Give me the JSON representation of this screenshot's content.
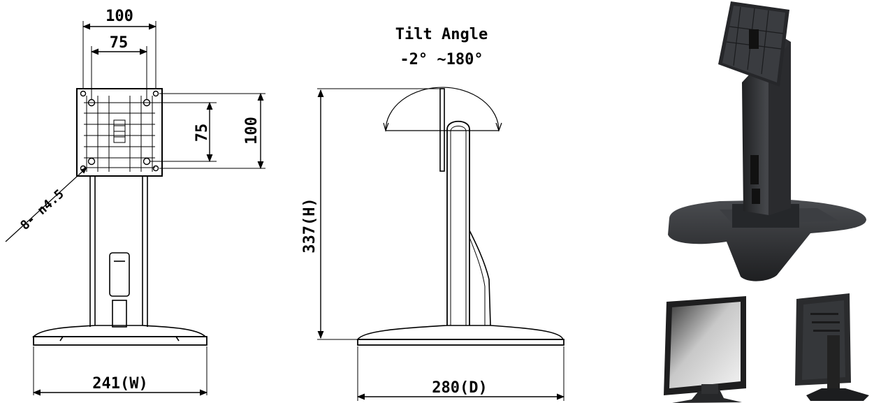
{
  "front_view": {
    "dim_outer_width": "100",
    "dim_inner_width": "75",
    "dim_inner_height": "75",
    "dim_outer_height": "100",
    "hole_callout": "8- n4.5",
    "base_width": "241(W)"
  },
  "side_view": {
    "tilt_title": "Tilt Angle",
    "tilt_range": "-2° ~180°",
    "height": "337(H)",
    "base_depth": "280(D)"
  },
  "photos": [
    {
      "name": "stand-photo"
    },
    {
      "name": "monitor-front-photo"
    },
    {
      "name": "monitor-back-photo"
    }
  ],
  "colors": {
    "line": "#000000",
    "stand_dark": "#2f3033",
    "stand_mid": "#45474b",
    "screen_light": "#d9d9d9"
  }
}
